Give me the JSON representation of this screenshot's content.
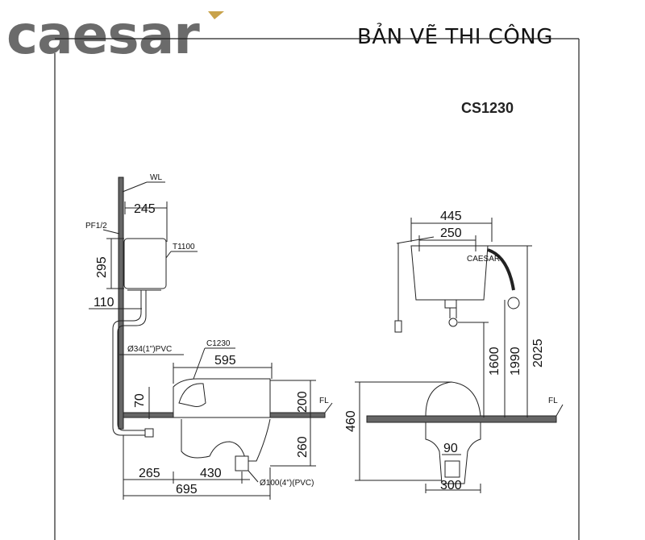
{
  "brand": {
    "logo_text": "caesar",
    "accent_color": "#c8a24a",
    "logo_color": "#6b6b6b"
  },
  "header": {
    "title": "BẢN VẼ THI CÔNG",
    "model": "CS1230"
  },
  "side_view": {
    "labels": {
      "wl": "WL",
      "pf": "PF1/2",
      "tank": "T1100",
      "pipe": "Ø34(1\")PVC",
      "bowl": "C1230",
      "fl": "FL",
      "outlet": "Ø100(4\")(PVC)"
    },
    "dims": {
      "d245": "245",
      "d295": "295",
      "d110": "110",
      "d595": "595",
      "d70": "70",
      "d200": "200",
      "d260": "260",
      "d265": "265",
      "d430": "430",
      "d695": "695"
    }
  },
  "front_view": {
    "labels": {
      "fl": "FL",
      "tank_brand": "CAESAR"
    },
    "dims": {
      "d445": "445",
      "d250": "250",
      "d1600": "1600",
      "d1990": "1990",
      "d2025": "2025",
      "d460": "460",
      "d90": "90",
      "d300": "300"
    }
  }
}
